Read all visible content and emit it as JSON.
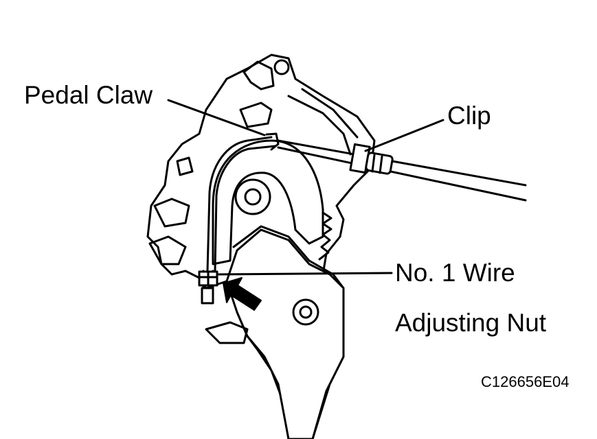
{
  "labels": {
    "pedal_claw": "Pedal Claw",
    "clip": "Clip",
    "no1_wire": "No. 1 Wire",
    "adjusting_nut": "Adjusting Nut"
  },
  "figure_code": "C126656E04",
  "colors": {
    "line": "#000000",
    "fill": "#ffffff"
  }
}
